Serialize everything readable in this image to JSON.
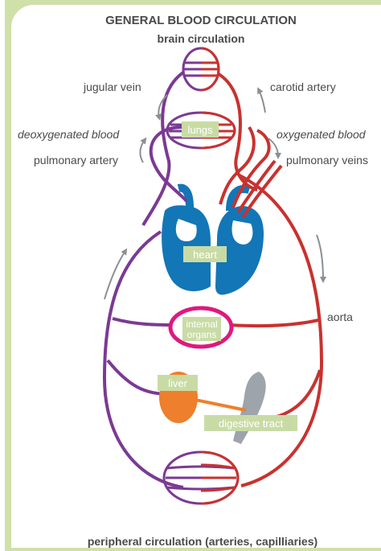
{
  "title": "GENERAL BLOOD CIRCULATION",
  "labels": {
    "brain": "brain circulation",
    "jugular": "jugular vein",
    "carotid": "carotid artery",
    "deoxygenated": "deoxygenated blood",
    "oxygenated": "oxygenated blood",
    "pulmonary_artery": "pulmonary artery",
    "pulmonary_veins": "pulmonary veins",
    "lungs": "lungs",
    "heart": "heart",
    "aorta": "aorta",
    "organs_1": "internal",
    "organs_2": "organs",
    "liver": "liver",
    "digestive": "digestive tract",
    "peripheral": "peripheral circulation (arteries, capilliaries)"
  },
  "colors": {
    "venous": "#7b3a93",
    "arterial": "#c8322f",
    "heart": "#1376b6",
    "organs": "#e0187d",
    "liver": "#ee7f2c",
    "digestive": "#9da4ab",
    "label_box": "#c9dba5",
    "frame": "#cfe0a8"
  }
}
